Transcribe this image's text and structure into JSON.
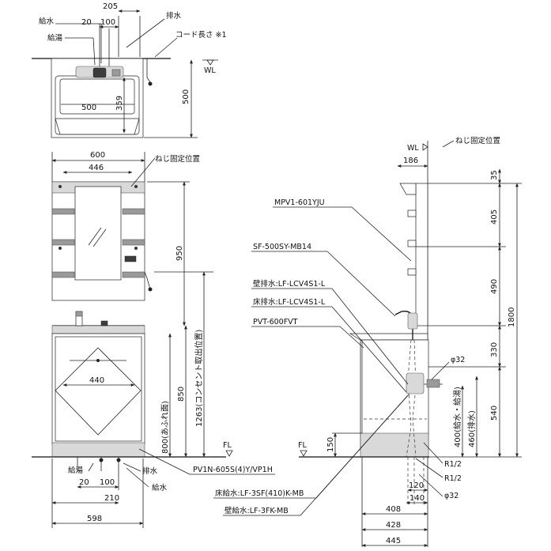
{
  "labels": {
    "kyusui": "給水",
    "kyuto": "給湯",
    "haisui": "排水",
    "code_length": "コード長さ ※1",
    "wl": "WL",
    "fl": "FL",
    "neji": "ねじ固定位置",
    "mirror_model": "MPV1-601YJU",
    "sf_model": "SF-500SY-MB14",
    "wall_drain": "壁排水:LF-LCV4S1-L",
    "floor_drain": "床排水:LF-LCV4S1-L",
    "pvt_model": "PVT-600FVT",
    "vanity_model": "PV1N-605S(4)Y/VP1H",
    "floor_supply": "床給水:LF-3SF(410)K-MB",
    "wall_supply": "壁給水:LF-3FK-MB",
    "afure": "800(あふれ面)",
    "outlet_height": "1263(コンセント取出位置)",
    "supply_hot_height": "400(給水・給湯)",
    "drain_height": "460(排水)",
    "r1": "R1/2",
    "r2": "R1/2",
    "phi32a": "φ32",
    "phi32b": "φ32"
  },
  "dims": {
    "top_205": "205",
    "top_20": "20",
    "top_100": "100",
    "top_500w": "500",
    "top_359": "359",
    "top_500h": "500",
    "front_600": "600",
    "front_446": "446",
    "front_950": "950",
    "front_440": "440",
    "front_850": "850",
    "bottom_20": "20",
    "bottom_100": "100",
    "bottom_210": "210",
    "bottom_598": "598",
    "side_186": "186",
    "side_35": "35",
    "side_405": "405",
    "side_490": "490",
    "side_330": "330",
    "side_1800": "1800",
    "side_540": "540",
    "side_150": "150",
    "side_120": "120",
    "side_140": "140",
    "side_408": "408",
    "side_428": "428",
    "side_445": "445"
  }
}
